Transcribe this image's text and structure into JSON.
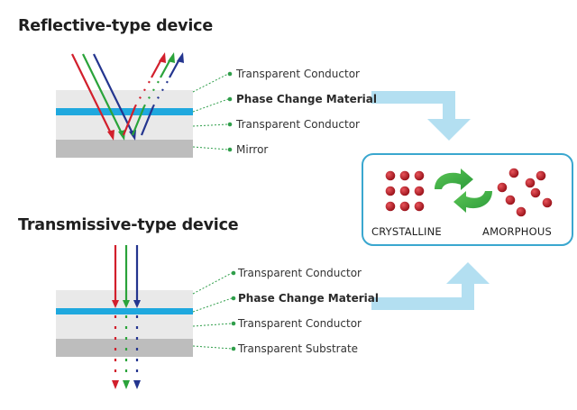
{
  "reflective": {
    "title": "Reflective-type device",
    "layers": [
      {
        "label": "Transparent Conductor"
      },
      {
        "label": "Phase Change Material"
      },
      {
        "label": "Transparent Conductor"
      },
      {
        "label": "Mirror"
      }
    ]
  },
  "transmissive": {
    "title": "Transmissive-type device",
    "layers": [
      {
        "label": "Transparent Conductor"
      },
      {
        "label": "Phase Change Material"
      },
      {
        "label": "Transparent Conductor"
      },
      {
        "label": "Transparent Substrate"
      }
    ]
  },
  "phase_transition": {
    "crystalline_label": "CRYSTALLINE",
    "amorphous_label": "AMORPHOUS"
  },
  "colors": {
    "red": "#d21f2c",
    "green": "#2aa33a",
    "blue": "#24358f",
    "phase_change_layer": "#1fa8de",
    "conductor_layer": "#e9e9e9",
    "mirror_layer": "#bdbdbd",
    "flow_arrow": "#b3dff1",
    "box_border": "#3aa7cf",
    "leader_line": "#2f9e4a",
    "atom": "#b81d26",
    "cycle_arrow": "#3cae45"
  }
}
